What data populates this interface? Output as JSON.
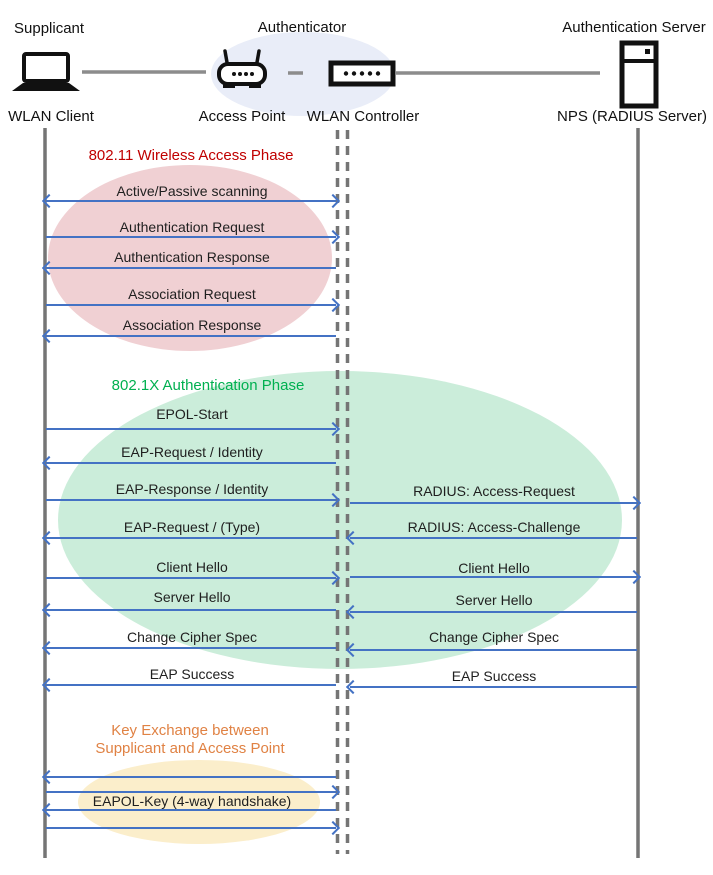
{
  "diagram": {
    "roles": {
      "supplicant": "Supplicant",
      "authenticator": "Authenticator",
      "auth_server": "Authentication Server"
    },
    "nodes": {
      "wlan_client": {
        "label": "WLAN Client",
        "icon": "laptop-icon"
      },
      "access_point": {
        "label": "Access Point",
        "icon": "access-point-icon"
      },
      "wlan_controller": {
        "label": "WLAN Controller",
        "icon": "wlan-controller-icon"
      },
      "nps": {
        "label": "NPS (RADIUS Server)",
        "icon": "server-icon"
      }
    },
    "phases": {
      "wireless": {
        "title": "802.11 Wireless Access Phase",
        "text_color": "#C00000",
        "fill": "#F0D0D3"
      },
      "dot1x": {
        "title": "802.1X Authentication Phase",
        "text_color": "#00B050",
        "fill": "#CBEDDA"
      },
      "key_exchange": {
        "line1": "Key Exchange between",
        "line2": "Supplicant and Access Point",
        "text_color": "#E08244",
        "fill": "#FBEECB"
      }
    },
    "messages": {
      "scanning": "Active/Passive scanning",
      "auth_request": "Authentication Request",
      "auth_response": "Authentication Response",
      "assoc_request": "Association Request",
      "assoc_response": "Association Response",
      "epol_start": "EPOL-Start",
      "eap_request_identity": "EAP-Request / Identity",
      "eap_response_identity": "EAP-Response / Identity",
      "radius_access_request": "RADIUS: Access-Request",
      "eap_request_type": "EAP-Request / (Type)",
      "radius_access_challenge": "RADIUS: Access-Challenge",
      "client_hello": "Client Hello",
      "server_hello": "Server Hello",
      "change_cipher_spec": "Change Cipher Spec",
      "eap_success": "EAP Success",
      "eapol_key": "EAPOL-Key (4-way handshake)"
    },
    "colors": {
      "arrow": "#4472C4",
      "lifeline": "#757575",
      "authenticator_group_fill": "#E9EDF8"
    }
  }
}
